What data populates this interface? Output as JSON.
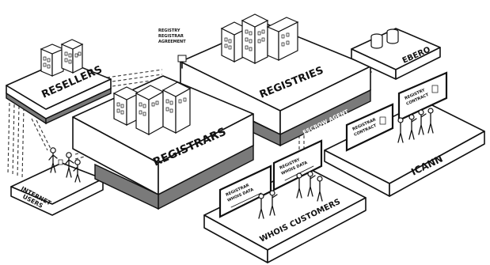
{
  "labels": {
    "resellers": "RESELLERS",
    "registrars": "REGISTRARS",
    "registries": "REGISTRIES",
    "ebero": "EBERO",
    "icann": "ICANN",
    "internet_users_line1": "INTERNET",
    "internet_users_line2": "USERS",
    "whois_customers": "WHOIS CUSTOMERS",
    "escrow_agent_left": "ESCROW AGENT",
    "escrow_agent_right": "ESCROW AGENT",
    "registry_registrar_agreement_line1": "REGISTRY",
    "registry_registrar_agreement_line2": "REGISTRAR",
    "registry_registrar_agreement_line3": "AGREEMENT",
    "board_registrar_whois_line1": "REGISTRAR",
    "board_registrar_whois_line2": "WHOIS DATA",
    "board_registry_whois_line1": "REGISTRY",
    "board_registry_whois_line2": "WHOIS DATA",
    "board_registrar_contract_line1": "REGISTRAR",
    "board_registrar_contract_line2": "CONTRACT",
    "board_registry_contract_line1": "REGISTRY",
    "board_registry_contract_line2": "CONTRACT"
  }
}
